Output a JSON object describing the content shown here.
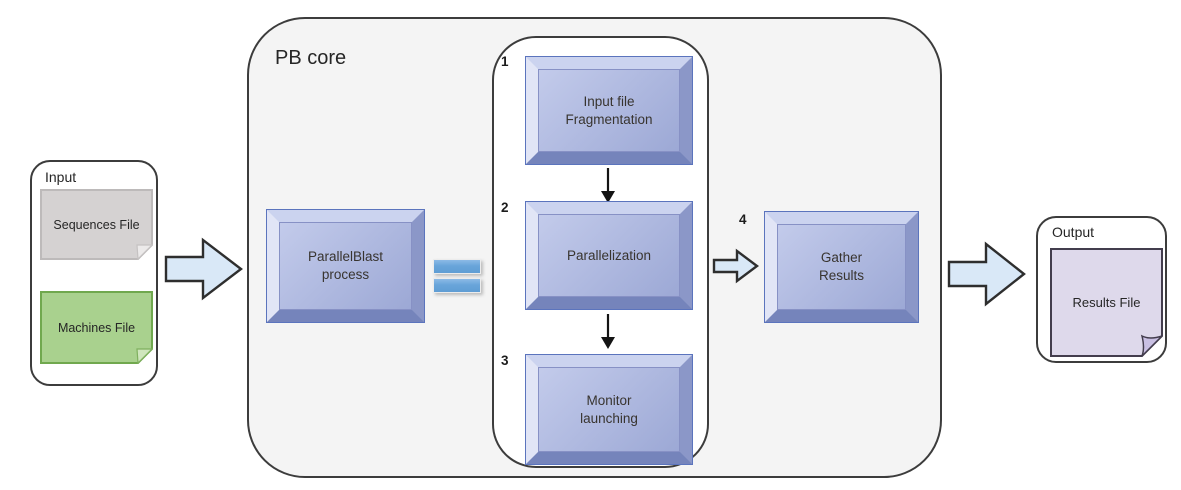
{
  "diagram": {
    "type": "flow-diagram",
    "input_group": {
      "label": "Input",
      "notes": [
        {
          "id": "sequences-file",
          "label": "Sequences File",
          "fill": "#d5d2d2",
          "border": "#bdbaba",
          "fold": "#eceaea"
        },
        {
          "id": "machines-file",
          "label": "Machines File",
          "fill": "#a9d18e",
          "border": "#70a84e",
          "fold": "#cfe6bd"
        }
      ]
    },
    "pb_core": {
      "title": "PB core",
      "process_box": {
        "label": "ParallelBlast\nprocess"
      },
      "equals_symbol": {
        "meaning": "is-equivalent-to",
        "fill": "#69a5da"
      },
      "steps": [
        {
          "num": "1",
          "label": "Input file\nFragmentation"
        },
        {
          "num": "2",
          "label": "Parallelization"
        },
        {
          "num": "3",
          "label": "Monitor\nlaunching"
        }
      ],
      "gather": {
        "num": "4",
        "label": "Gather\nResults"
      }
    },
    "output_group": {
      "label": "Output",
      "note": {
        "id": "results-file",
        "label": "Results File",
        "fill": "#ded9eb",
        "border": "#433d4d",
        "fold": "#c9c0e3"
      }
    },
    "colors": {
      "pb_core_fill": "#f4f4f4",
      "container_border": "#3c3c3c",
      "bevel_face_light": "#c3cbeb",
      "bevel_face_dark": "#9ca8d5",
      "bevel_top": "#cbd3ef",
      "bevel_left": "#e1e5f6",
      "bevel_right": "#8b97c8",
      "bevel_bottom": "#7584bb",
      "bevel_outline": "#5b74bd",
      "block_arrow_fill": "#d9e8f7",
      "block_arrow_stroke": "#2e2e2e"
    }
  }
}
